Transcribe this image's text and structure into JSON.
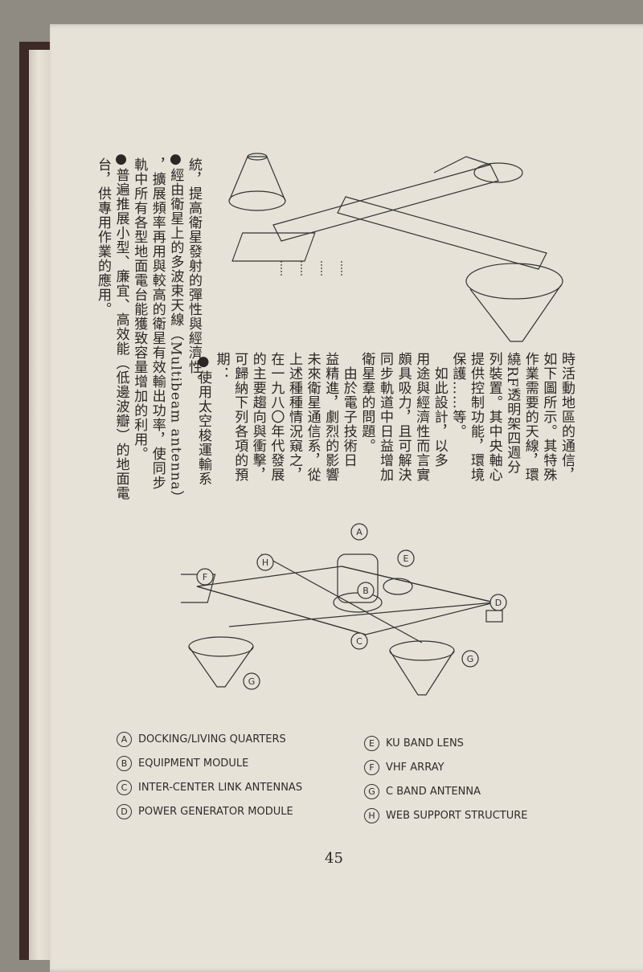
{
  "right_block": [
    "時活動地區的通信，",
    "如下圖所示。其特殊",
    "作業需要的天線，環",
    "繞RF透明架四週分",
    "列裝置。其中央軸心",
    "提供控制功能，環境",
    "保護……等。",
    "　如此設計，以多",
    "用途與經濟性而言實",
    "頗具吸力，且可解決",
    "同步軌道中日益增加",
    "衛星羣的問題。",
    "　由於電子技術日",
    "益精進，劇烈的影響",
    "未來衛星通信系，從",
    "上述種種情況窺之，",
    "在一九八〇年代發展",
    "的主要趨向與衝擊，",
    "可歸納下列各項的預",
    "期：",
    "●使用太空梭運輸系"
  ],
  "left_block": [
    "統，提高衛星發射的彈性與經濟性。",
    "●經由衛星上的多波束天線（Multibeam antenna）",
    "，擴展頻率再用與較高的衛星有效輸出功率，使同步",
    "軌中所有各型地面電台能獲致容量增加的利用。",
    "●普遍推展小型、廉宜、高效能（低邊波瓣）的地面電",
    "台，供專用作業的應用。"
  ],
  "diagram_labels": [
    "A",
    "B",
    "C",
    "D",
    "E",
    "F",
    "G",
    "G",
    "H"
  ],
  "legend": [
    {
      "key": "A",
      "text": "DOCKING/LIVING QUARTERS"
    },
    {
      "key": "B",
      "text": "EQUIPMENT MODULE"
    },
    {
      "key": "C",
      "text": "INTER-CENTER LINK ANTENNAS"
    },
    {
      "key": "D",
      "text": "POWER GENERATOR MODULE"
    },
    {
      "key": "E",
      "text": "KU BAND LENS"
    },
    {
      "key": "F",
      "text": "VHF ARRAY"
    },
    {
      "key": "G",
      "text": "C BAND ANTENNA"
    },
    {
      "key": "H",
      "text": "WEB SUPPORT STRUCTURE"
    }
  ],
  "page_number": "45"
}
